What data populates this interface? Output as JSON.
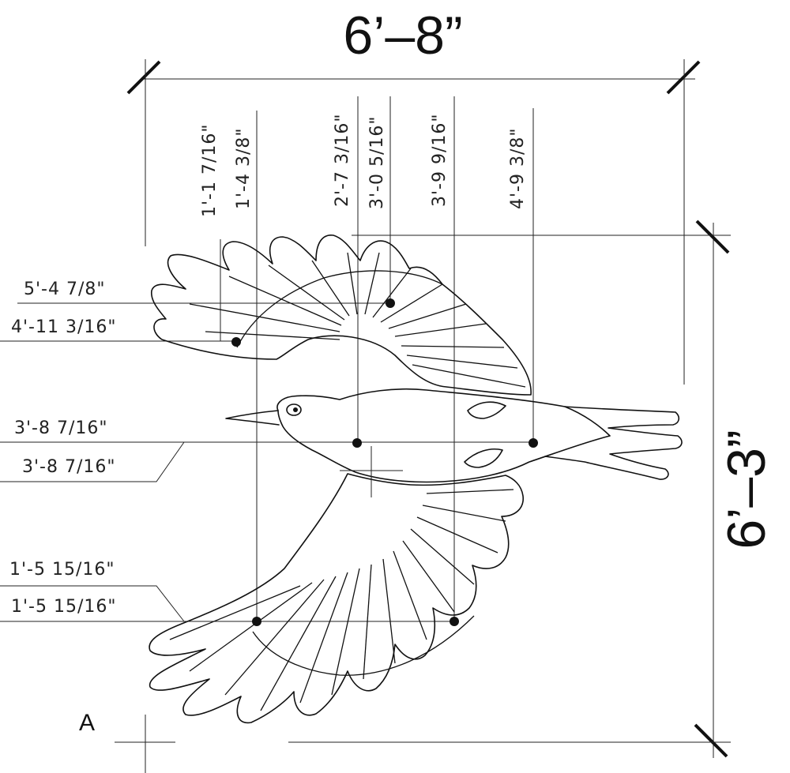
{
  "overall": {
    "width_label": "6’–8”",
    "height_label": "6’–3”"
  },
  "vertical_dims": [
    {
      "label": "1'-1 7/16\""
    },
    {
      "label": "1'-4 3/8\""
    },
    {
      "label": "2'-7 3/16\""
    },
    {
      "label": "3'-0 5/16\""
    },
    {
      "label": "3'-9 9/16\""
    },
    {
      "label": "4'-9 3/8\""
    }
  ],
  "horizontal_dims": [
    {
      "label": "5'-4 7/8\""
    },
    {
      "label": "4'-11 3/16\""
    },
    {
      "label": "3'-8 7/16\""
    },
    {
      "label": "3'-8 7/16\""
    },
    {
      "label": "1'-5 15/16\""
    },
    {
      "label": "1'-5 15/16\""
    }
  ],
  "reference_point": {
    "label": "A"
  }
}
